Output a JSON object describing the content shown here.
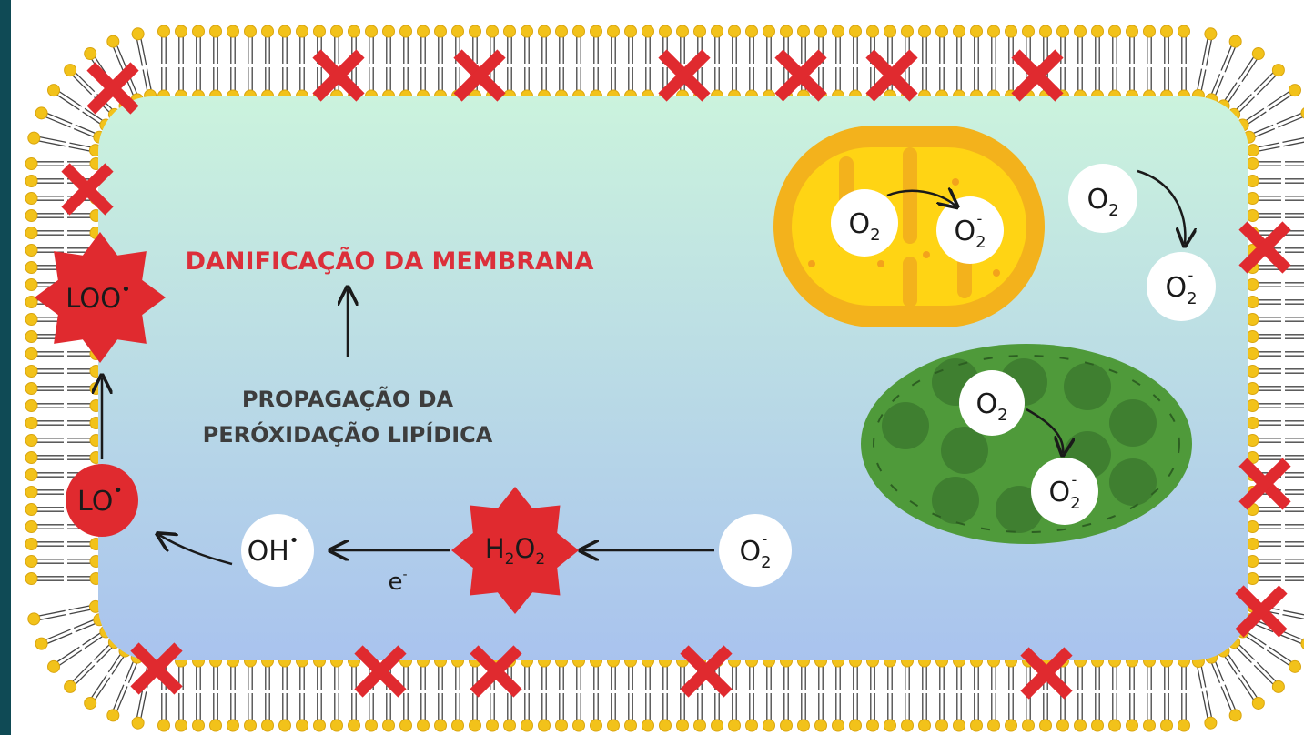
{
  "colors": {
    "lipid_head": "#f2c21a",
    "lipid_head_edge": "#d9a50f",
    "damage_red": "#e02a2f",
    "text_red": "#dc2f3a",
    "text_dark": "#3d3d3d",
    "mito_outer": "#f3b21c",
    "mito_inner": "#ffd414",
    "chloroplast": "#4f9a3a",
    "grana": "#3f7f30",
    "interior_top": "#cbf3dd",
    "interior_bottom": "#a9c3ee"
  },
  "labels": {
    "damage": "DANIFICAÇÃO DA MEMBRANA",
    "propagation_line1": "PROPAGAÇÃO DA",
    "propagation_line2": "PERÓXIDAÇÃO LIPÍDICA",
    "electron": "e",
    "electron_sup": "-"
  },
  "species": {
    "loo": {
      "main": "LOO",
      "sup": "•"
    },
    "lo": {
      "main": "LO",
      "sup": "•"
    },
    "oh": {
      "main": "OH",
      "sup": "•"
    },
    "h2o2": {
      "p1": "H",
      "s1": "2",
      "p2": "O",
      "s2": "2"
    },
    "o2": {
      "main": "O",
      "sub": "2"
    },
    "superoxide": {
      "main": "O",
      "sub": "2",
      "sup": "-"
    }
  }
}
